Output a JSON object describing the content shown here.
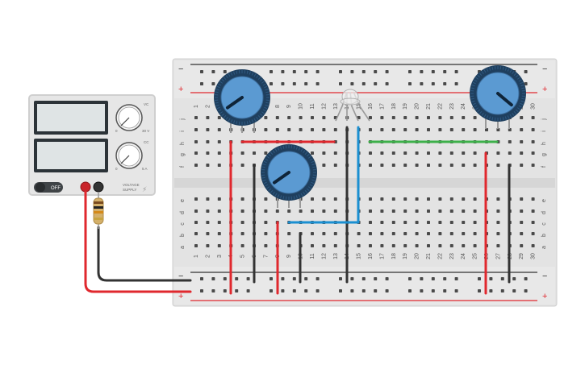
{
  "power_supply": {
    "off_label": "OFF",
    "brand_line1": "VOLTAGE",
    "brand_line2": "SUPPLY",
    "voltage_knob_tag": "VC",
    "current_knob_tag": "CC",
    "voltage_knob_zero": "0",
    "voltage_knob_max": "30 V",
    "current_knob_zero": "0",
    "current_knob_max": "5 A"
  },
  "breadboard": {
    "column_numbers": [
      "1",
      "2",
      "3",
      "4",
      "5",
      "6",
      "7",
      "8",
      "9",
      "10",
      "11",
      "12",
      "13",
      "14",
      "15",
      "16",
      "17",
      "18",
      "19",
      "20",
      "21",
      "22",
      "23",
      "24",
      "25",
      "26",
      "27",
      "28",
      "29",
      "30"
    ],
    "top_rows": [
      "j",
      "i",
      "h",
      "g",
      "f"
    ],
    "bottom_rows": [
      "e",
      "d",
      "c",
      "b",
      "a"
    ],
    "plus_sign": "+",
    "minus_sign": "−"
  },
  "colors": {
    "red_wire": "#e0282e",
    "black_wire": "#333333",
    "green_wire": "#3db04a",
    "blue_wire": "#1a8fd1",
    "pot_blue": "#5b9ad2",
    "pot_ring": "#1f3f5e"
  }
}
